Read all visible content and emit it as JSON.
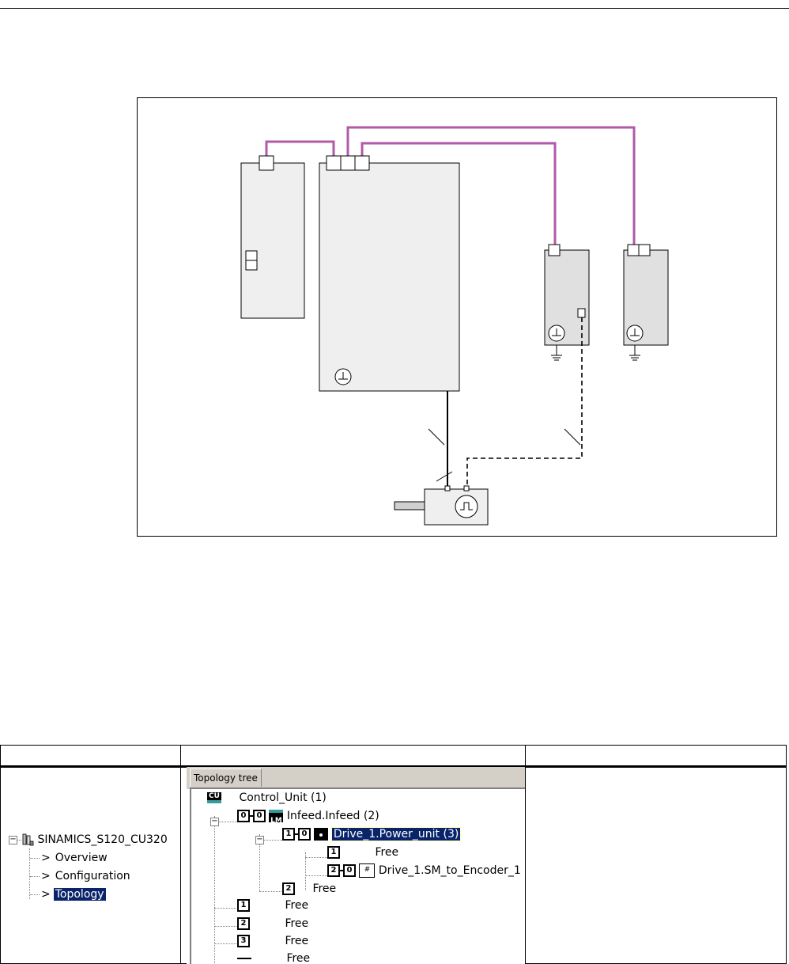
{
  "colors": {
    "drive_cliq": "#b05aa8",
    "component_fill": "#efefef",
    "component_fill_dark": "#e0e0e0",
    "selection": "#0a246a"
  },
  "project_tree": {
    "root_label": "SINAMICS_S120_CU320",
    "items": [
      {
        "label": "Overview"
      },
      {
        "label": "Configuration"
      },
      {
        "label": "Topology",
        "selected": true
      }
    ]
  },
  "topology": {
    "tab_label": "Topology tree",
    "rows": [
      {
        "label": "Control_Unit (1)",
        "icon": "cu-icon"
      },
      {
        "label": "Infeed.Infeed (2)",
        "port": "0",
        "sub": "0",
        "icon": "line-module-icon"
      },
      {
        "label": "Drive_1.Power_unit (3)",
        "port": "1",
        "sub": "0",
        "icon": "power-unit-icon",
        "selected": true
      },
      {
        "label": "Free",
        "port": "1"
      },
      {
        "label": "Drive_1.SM_to_Encoder_1 (",
        "port": "2",
        "sub": "0",
        "icon": "sensor-module-icon"
      },
      {
        "label": "Free",
        "port": "2"
      },
      {
        "label": "Free",
        "port": "1"
      },
      {
        "label": "Free",
        "port": "2"
      },
      {
        "label": "Free",
        "port": "3"
      },
      {
        "label": "Free",
        "port": ""
      }
    ]
  }
}
